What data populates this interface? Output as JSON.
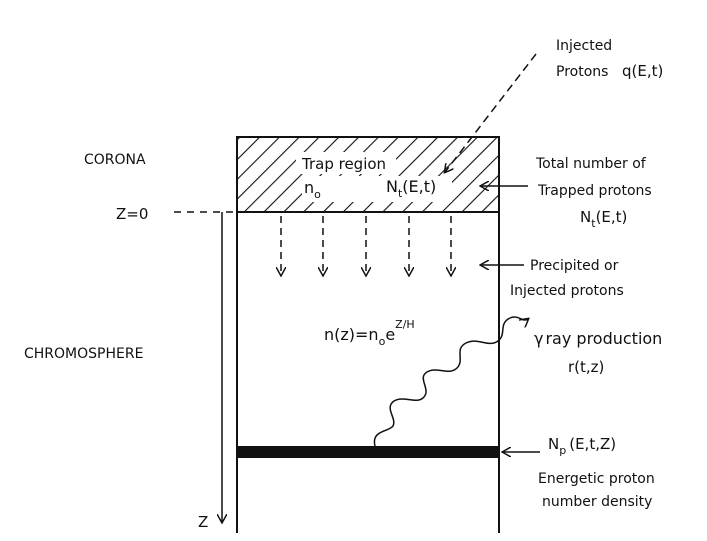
{
  "labels": {
    "injected_l1": "Injected",
    "injected_l2": "Protons",
    "injected_func": "q(E,t)",
    "corona": "CORONA",
    "z_zero": "Z=0",
    "trap_title": "Trap region",
    "trap_n": "n",
    "trap_n_sub": "o",
    "trap_N": "N",
    "trap_N_sub": "t",
    "trap_N_args": "(E,t)",
    "total_l1": "Total number of",
    "total_l2": "Trapped protons",
    "total_N": "N",
    "total_N_sub": "t",
    "total_N_args": "(E,t)",
    "precip_l1": "Precipited or",
    "precip_l2": "Injected protons",
    "density_lhs": "n(z)=n",
    "density_sub": "o",
    "density_e": "e",
    "density_exp": "Z/H",
    "chromosphere": "CHROMOSPHERE",
    "gamma_sym": "γ",
    "gamma_text": "ray production",
    "gamma_func": "r(t,z)",
    "np_N": "N",
    "np_sub": "p",
    "np_args": "(E,t,Z)",
    "energetic_l1": "Energetic proton",
    "energetic_l2": "number density",
    "z_axis": "Z"
  },
  "colors": {
    "ink": "#111111",
    "background": "#ffffff"
  }
}
